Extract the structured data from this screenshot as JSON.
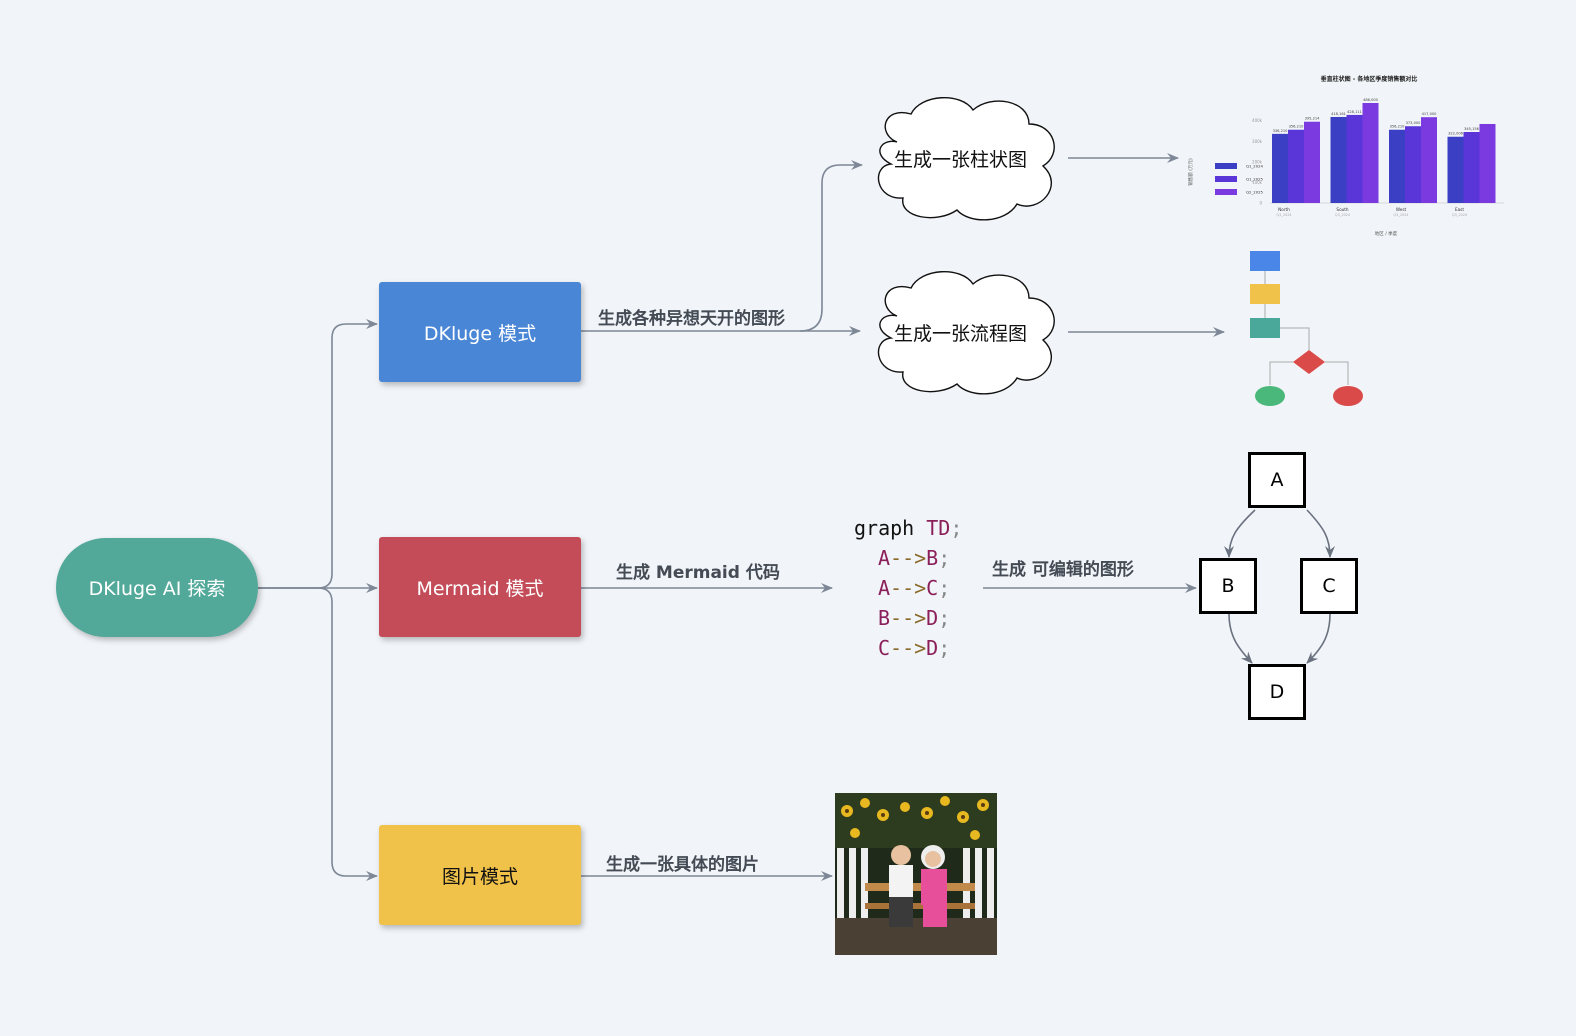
{
  "nodes": {
    "root": "DKluge AI 探索",
    "dkluge": "DKluge 模式",
    "mermaid": "Mermaid 模式",
    "image": "图片模式"
  },
  "edge_labels": {
    "dkluge_out": "生成各种异想天开的图形",
    "mermaid_out": "生成 Mermaid 代码",
    "code_out": "生成 可编辑的图形",
    "image_out": "生成一张具体的图片"
  },
  "clouds": {
    "bar": "生成一张柱状图",
    "flow": "生成一张流程图"
  },
  "mermaid_code": {
    "line1_kw": "graph",
    "line1_dir": "TD",
    "edges": [
      {
        "from": "A",
        "to": "B"
      },
      {
        "from": "A",
        "to": "C"
      },
      {
        "from": "B",
        "to": "D"
      },
      {
        "from": "C",
        "to": "D"
      }
    ]
  },
  "graph_nodes": [
    "A",
    "B",
    "C",
    "D"
  ],
  "chart_data": {
    "type": "bar",
    "title": "垂直柱状图 - 各地区季度销售额对比",
    "xlabel": "地区 / 季度",
    "ylabel": "销售额 (万元)",
    "categories": [
      "North",
      "South",
      "West",
      "East"
    ],
    "category_sub": [
      "Q3_2024",
      "Q3_2024",
      "Q3_2024",
      "Q3_2024"
    ],
    "yticks": [
      "0",
      "100k",
      "200k",
      "300k",
      "400k"
    ],
    "ylim": [
      0,
      520000
    ],
    "legend_placement": "left",
    "series": [
      {
        "name": "Q1_2024",
        "values": [
          336000,
          418000,
          356000,
          322000
        ]
      },
      {
        "name": "Q1_2025",
        "values": [
          356000,
          428000,
          373000,
          345000
        ]
      },
      {
        "name": "Q2_2025",
        "values": [
          395000,
          486000,
          417000,
          384000
        ]
      }
    ],
    "value_labels": [
      [
        "336,210",
        "356,210",
        "395,214"
      ],
      [
        "418,161",
        "428,111",
        "486,000"
      ],
      [
        "356,210",
        "373,000",
        "417,000"
      ],
      [
        "322,006",
        "345,156",
        ""
      ]
    ],
    "colors": [
      "#3a3fc4",
      "#5a35d8",
      "#7b3ae0"
    ]
  },
  "colors": {
    "root": "#52a99a",
    "dkluge": "#4a86d6",
    "mermaid": "#c44c58",
    "image": "#f0c24a",
    "connector": "#7d8796"
  }
}
